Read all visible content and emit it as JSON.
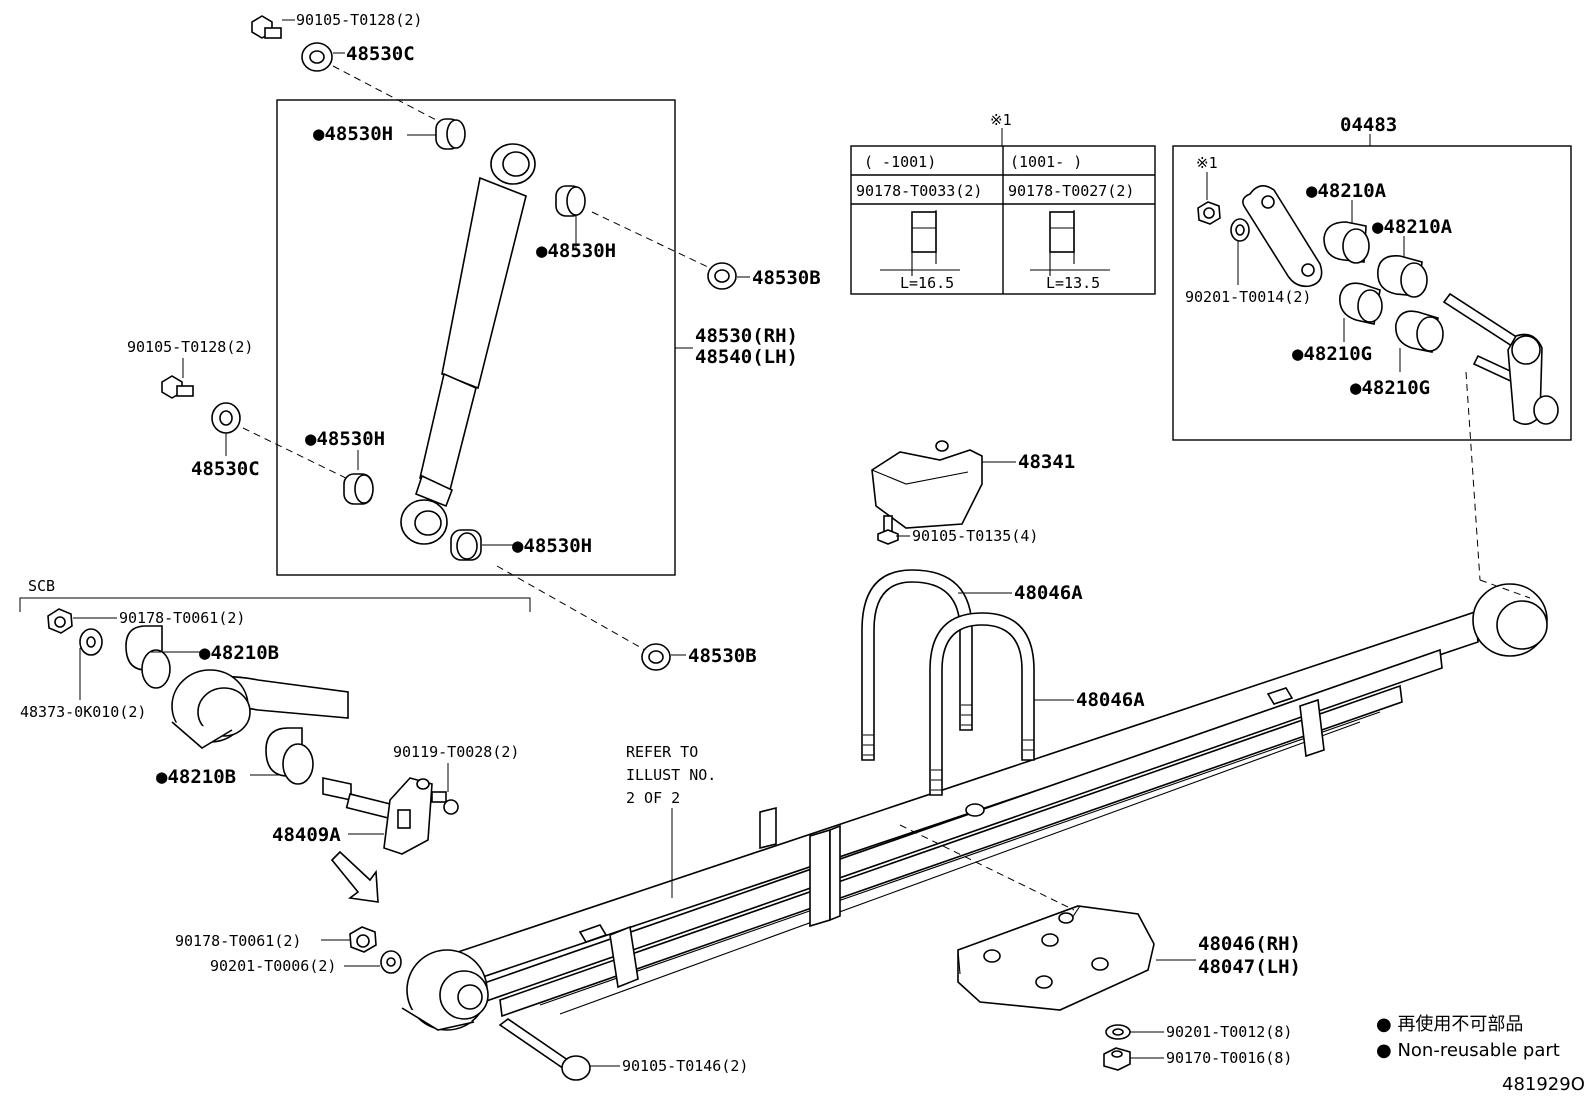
{
  "parts": {
    "bolt_top": "90105-T0128(2)",
    "washer_top": "48530C",
    "bushing_h1": "48530H",
    "bushing_h2": "48530H",
    "washer_b1": "48530B",
    "shock_rh": "48530(RH)",
    "shock_lh": "48540(LH)",
    "bolt_left": "90105-T0128(2)",
    "washer_left": "48530C",
    "bushing_h3": "48530H",
    "bushing_h4": "48530H",
    "washer_b2": "48530B",
    "scb_label": "SCB",
    "nut_scb": "90178-T0061(2)",
    "washer_scb": "48373-0K010(2)",
    "bushing_b1": "48210B",
    "bushing_b2": "48210B",
    "bolt_bracket": "90119-T0028(2)",
    "bracket": "48409A",
    "nut_front": "90178-T0061(2)",
    "washer_front": "90201-T0006(2)",
    "bolt_front": "90105-T0146(2)",
    "bumper": "48341",
    "bolt_bumper": "90105-T0135(4)",
    "ubolt_1": "48046A",
    "ubolt_2": "48046A",
    "plate_rh": "48046(RH)",
    "plate_lh": "48047(LH)",
    "washer_plate": "90201-T0012(8)",
    "nut_plate": "90170-T0016(8)",
    "shackle_kit": "04483",
    "shackle_note": "※1",
    "shackle_washer": "90201-T0014(2)",
    "bushing_a1": "48210A",
    "bushing_a2": "48210A",
    "bushing_g1": "48210G",
    "bushing_g2": "48210G"
  },
  "refer_note": [
    "REFER TO",
    "ILLUST NO.",
    "2 OF 2"
  ],
  "inset_table": {
    "note": "※1",
    "col1_header": "(     -1001)",
    "col2_header": "(1001-     )",
    "col1_part": "90178-T0033(2)",
    "col2_part": "90178-T0027(2)",
    "col1_length": "L=16.5",
    "col2_length": "L=13.5"
  },
  "legend": {
    "line_jp": "再使用不可部品",
    "line_en": "Non-reusable part"
  },
  "diagram_id": "481929O"
}
